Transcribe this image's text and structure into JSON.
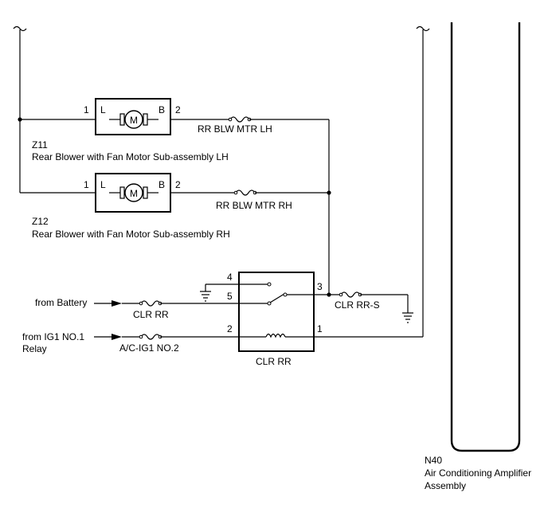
{
  "motors": [
    {
      "code": "Z11",
      "name": "Rear Blower with Fan Motor Sub-assembly LH",
      "pin_left": "1",
      "pin_right": "2",
      "term_left": "L",
      "term_right": "B",
      "motor_symbol": "M"
    },
    {
      "code": "Z12",
      "name": "Rear Blower with Fan Motor Sub-assembly RH",
      "pin_left": "1",
      "pin_right": "2",
      "term_left": "L",
      "term_right": "B",
      "motor_symbol": "M"
    }
  ],
  "fuses": {
    "rr_blw_lh": "RR BLW MTR LH",
    "rr_blw_rh": "RR BLW MTR RH",
    "clr_rr_battery": "CLR RR",
    "clr_rr_s": "CLR RR-S",
    "acig1": "A/C-IG1 NO.2"
  },
  "sources": {
    "battery": "from Battery",
    "ig1_line1": "from IG1 NO.1",
    "ig1_line2": "Relay"
  },
  "relay": {
    "name": "CLR RR",
    "pins": [
      "4",
      "5",
      "3",
      "2",
      "1"
    ]
  },
  "amplifier": {
    "code": "N40",
    "name_line1": "Air Conditioning Amplifier",
    "name_line2": "Assembly"
  }
}
